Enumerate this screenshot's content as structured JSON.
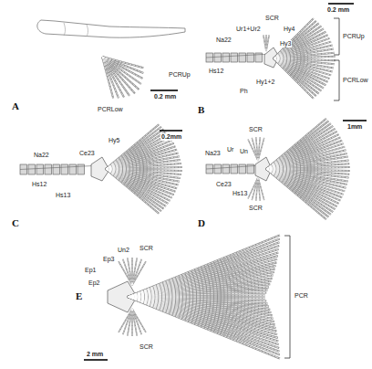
{
  "diagram": {
    "labels": [
      "A",
      "PCRUp",
      "PCRLow",
      "0.2 mm",
      "B",
      "Na22",
      "Ur1+Ur2",
      "SCR",
      "Hy4",
      "Hy3",
      "PCRUp",
      "PCRLow",
      "Hs12",
      "Ph",
      "Hy1+2",
      "0.2 mm",
      "C",
      "Na22",
      "Ce23",
      "Hy5",
      "Hs12",
      "Hs13",
      "0.2mm",
      "D",
      "Na23",
      "Ur",
      "Un",
      "SCR",
      "Ce23",
      "Hs13",
      "SCR",
      "1mm",
      "E",
      "Ep1",
      "Ep3",
      "Ep2",
      "Un2",
      "SCR",
      "SCR",
      "PCR",
      "2 mm"
    ]
  }
}
